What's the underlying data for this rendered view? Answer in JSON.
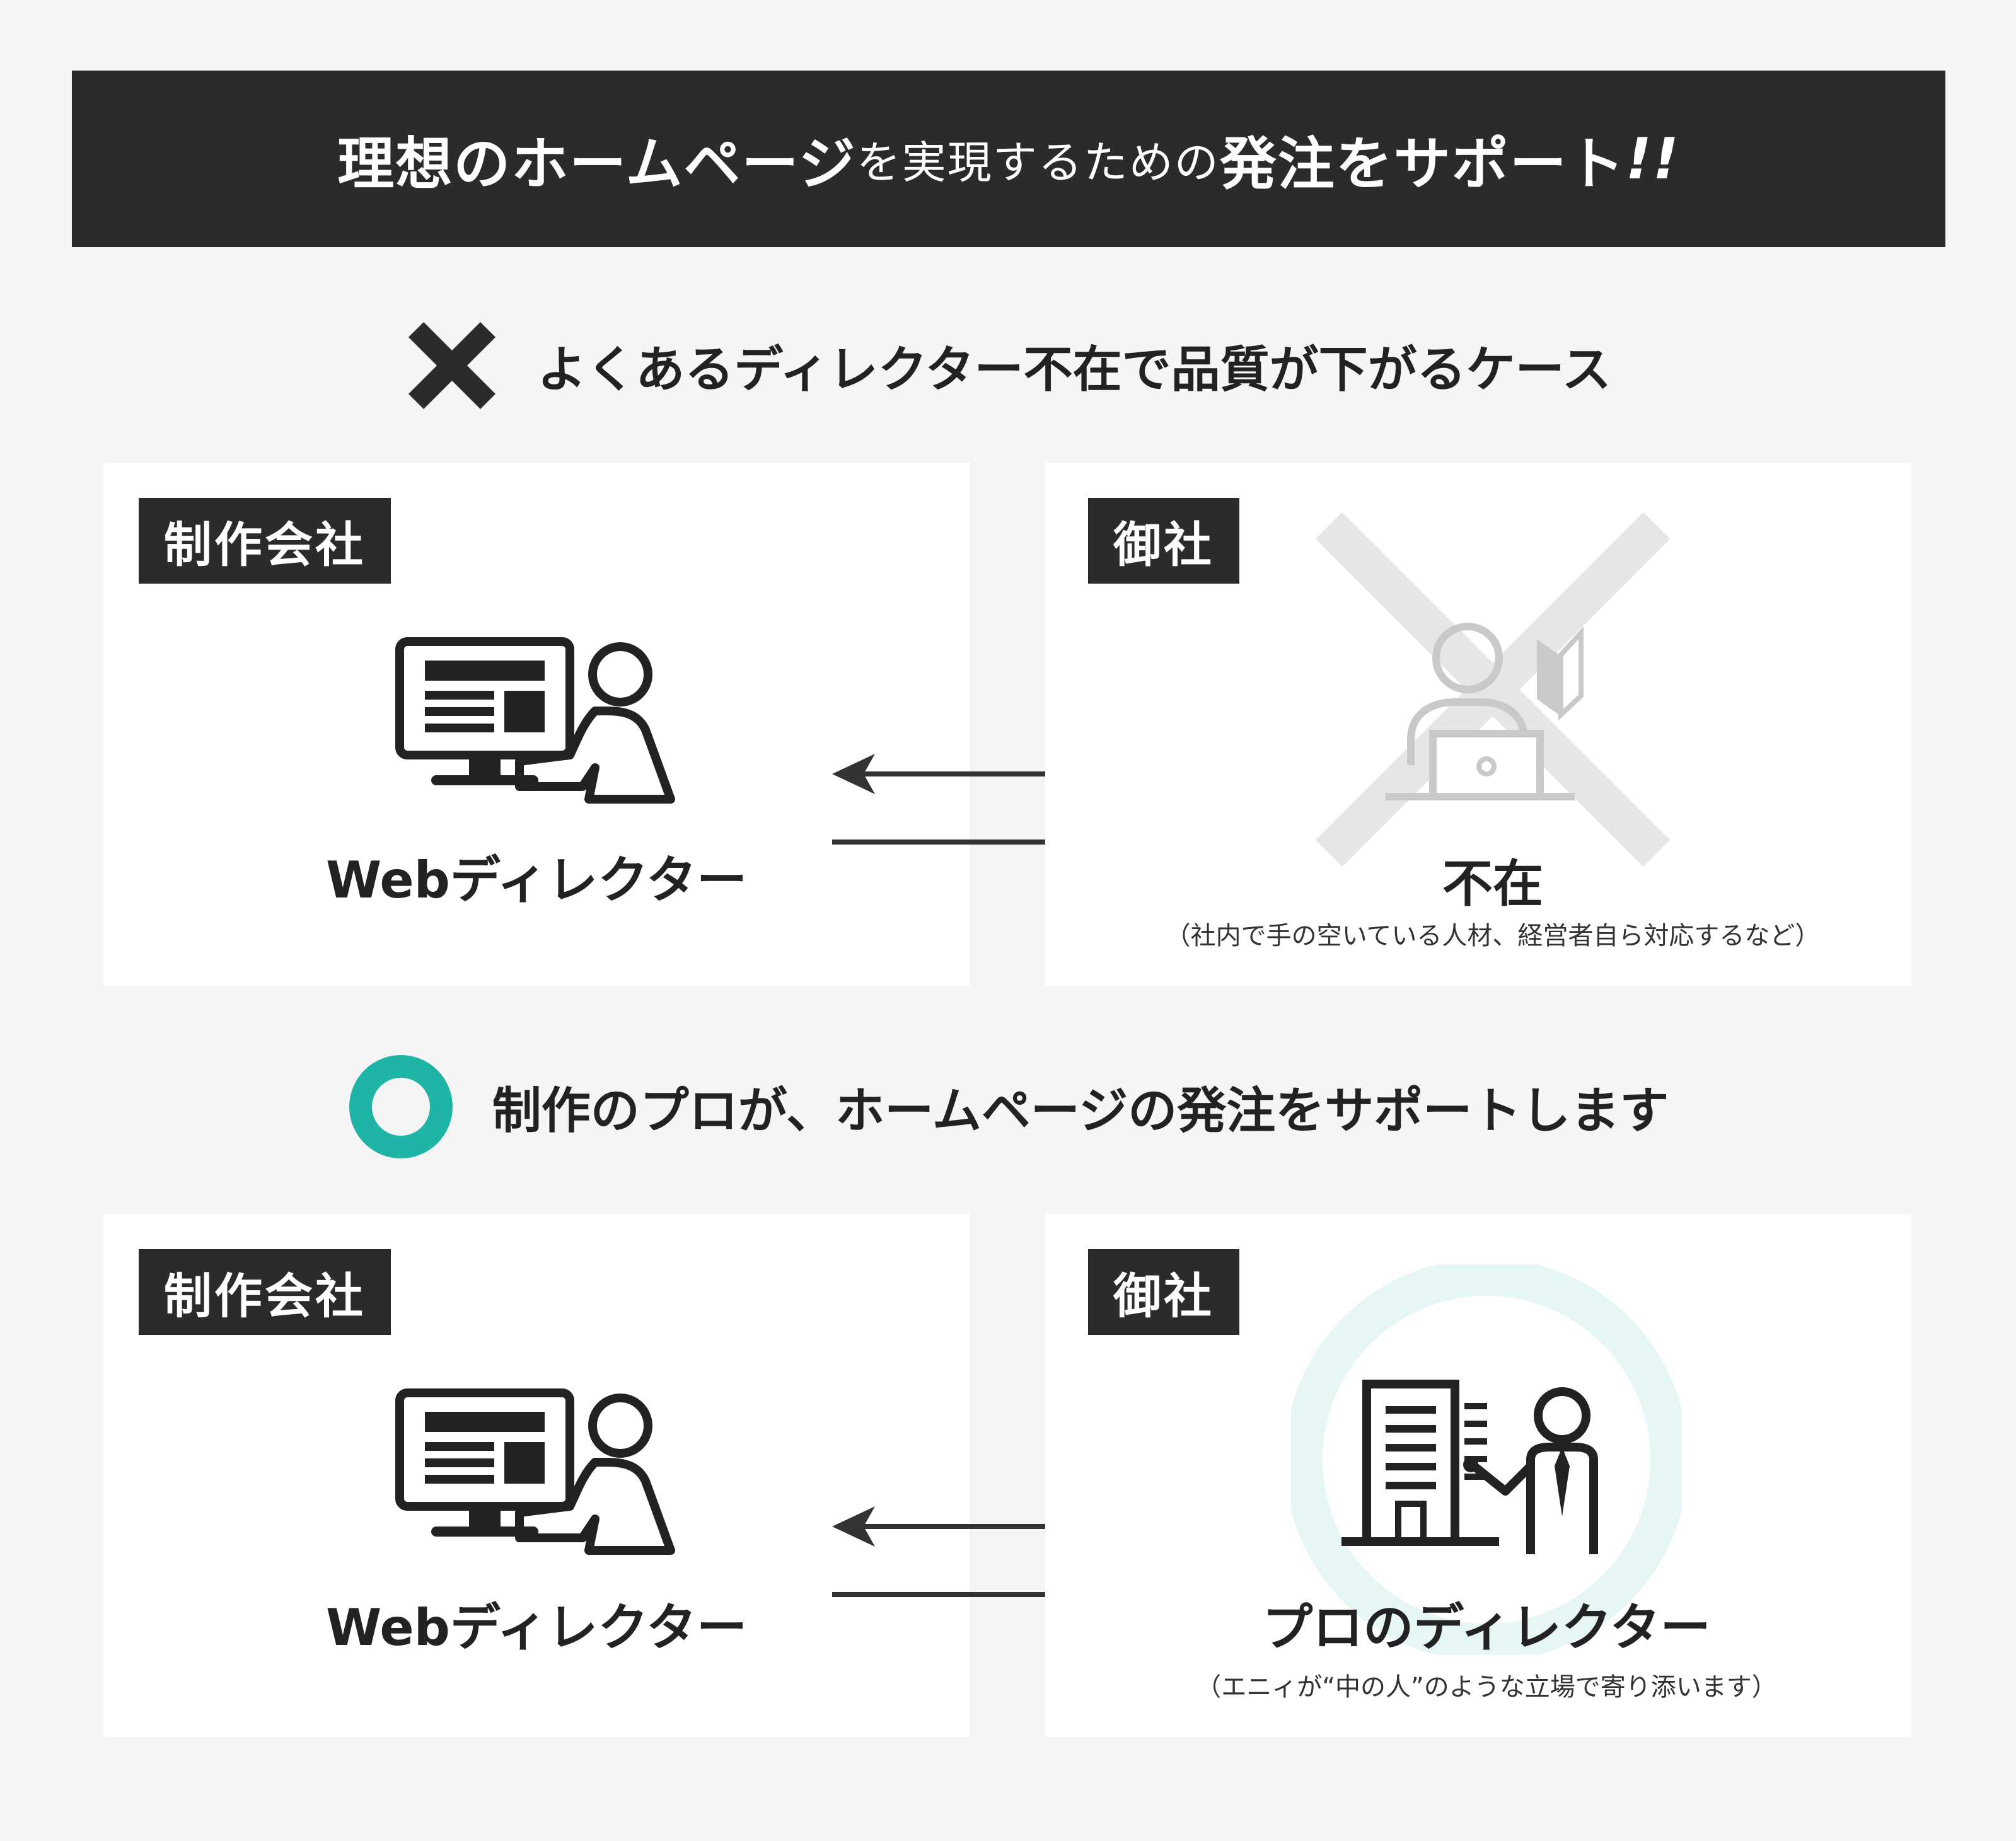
{
  "banner": {
    "part1": "理想のホームページ",
    "part2": "を実現するための",
    "part3": "発注をサポート",
    "part4": "!!"
  },
  "case_bad": {
    "heading": "よくあるディレクター不在で品質が下がるケース",
    "left": {
      "tag": "制作会社",
      "label": "Webディレクター"
    },
    "right": {
      "tag": "御社",
      "label": "不在",
      "note": "（社内で手の空いている人材、経営者自ら対応するなど）"
    }
  },
  "case_good": {
    "heading": "制作のプロが、ホームページの発注をサポートします",
    "left": {
      "tag": "制作会社",
      "label": "Webディレクター"
    },
    "right": {
      "tag": "御社",
      "label": "プロのディレクター",
      "note": "（エニィが“中の人”のような立場で寄り添います）"
    }
  },
  "colors": {
    "dark": "#2b2b2b",
    "teal": "#1fb5a6",
    "teal_light": "#e6f6f4",
    "gray": "#cccccc"
  }
}
